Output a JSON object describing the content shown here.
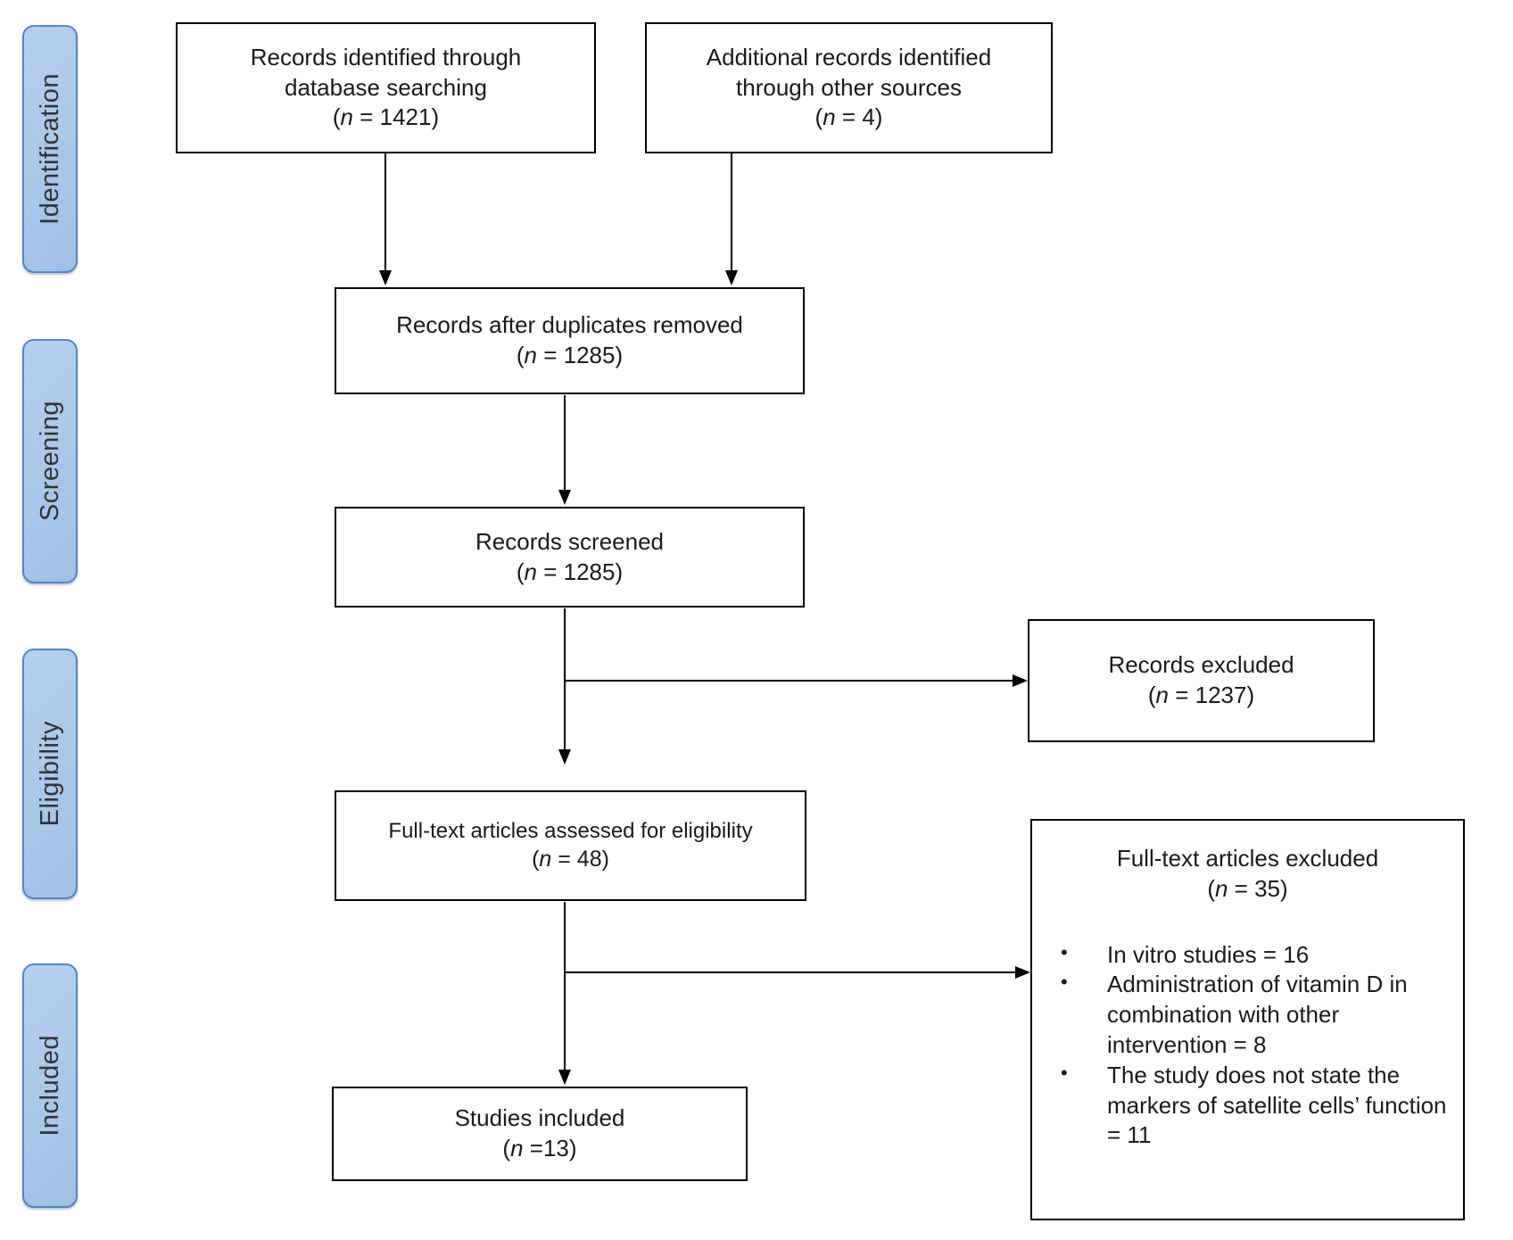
{
  "diagram": {
    "type": "prisma-flow",
    "colors": {
      "stage_fill": "#A9C7E9",
      "stage_border": "#5585C2",
      "box_border": "#000000",
      "box_fill": "#FFFFFF",
      "arrow": "#000000",
      "text": "#1A1A1A"
    },
    "stages": [
      {
        "label": "Identification"
      },
      {
        "label": "Screening"
      },
      {
        "label": "Eligibility"
      },
      {
        "label": "Included"
      }
    ],
    "boxes": {
      "db_search": {
        "label": "Records identified through database searching",
        "count": "(n = 1421)"
      },
      "other_sources": {
        "label": "Additional records identified through other sources",
        "count": "(n = 4)"
      },
      "after_duplicates": {
        "label": "Records after duplicates removed",
        "count": "(n = 1285)"
      },
      "screened": {
        "label": "Records screened",
        "count": "(n = 1285)"
      },
      "records_excluded": {
        "label": "Records excluded",
        "count": "(n = 1237)"
      },
      "fulltext_assessed": {
        "label": "Full-text articles assessed for eligibility",
        "count": "(n = 48)"
      },
      "fulltext_excluded": {
        "label": "Full-text articles excluded",
        "count": "(n = 35)",
        "reasons": [
          "In vitro studies = 16",
          "Administration of vitamin D in combination with other intervention = 8",
          "The study does not state the markers of satellite cells’ function = 11"
        ]
      },
      "included": {
        "label": "Studies included",
        "count": "(n =13)"
      }
    }
  }
}
